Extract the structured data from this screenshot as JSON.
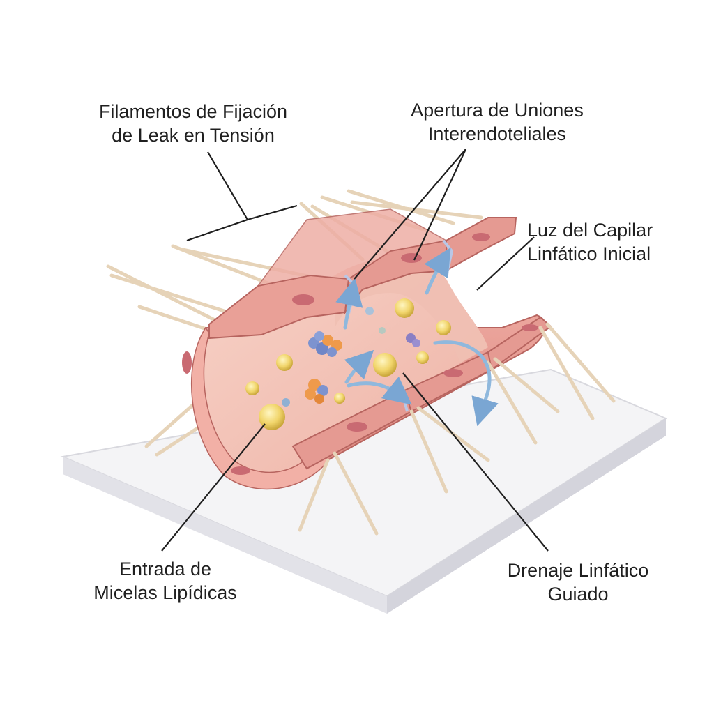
{
  "labels": {
    "filamentos": {
      "line1": "Filamentos de Fijación",
      "line2": "de Leak en Tensión"
    },
    "apertura": {
      "line1": "Apertura de Uniones",
      "line2": "Interendoteliales"
    },
    "luz": {
      "line1": "Luz del Capilar",
      "line2": "Linfático Inicial"
    },
    "entrada": {
      "line1": "Entrada de",
      "line2": "Micelas Lipídicas"
    },
    "drenaje": {
      "line1": "Drenaje Linfático",
      "line2": "Guiado"
    }
  },
  "colors": {
    "vessel_outer": "#e3928c",
    "vessel_inner": "#f5c9bd",
    "vessel_cut": "#f2b0a6",
    "nucleus": "#c96a72",
    "filament": "#e6d3b8",
    "micelle": "#f1d56b",
    "protein_orange": "#ee9a4b",
    "protein_blue": "#7d93cf",
    "arrow": "#8fb8dd",
    "base": "#f4f4f6",
    "leader_line": "#1f1f1f"
  }
}
